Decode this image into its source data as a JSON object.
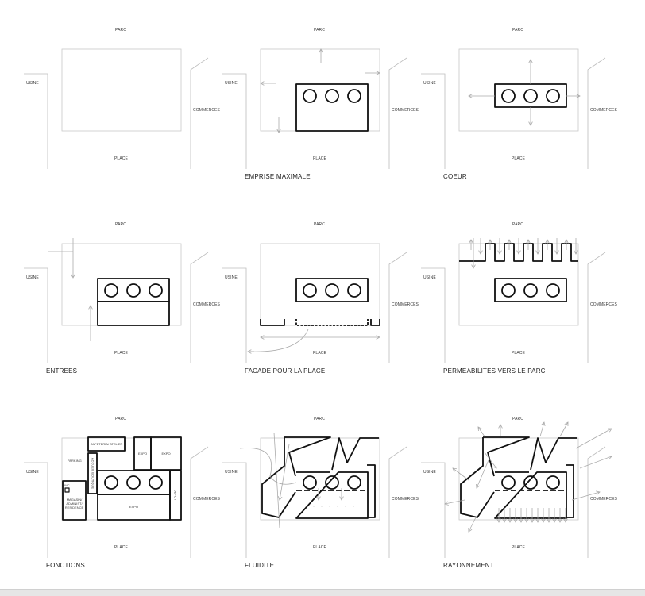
{
  "labels": {
    "parc": "PARC",
    "usine": "USINE",
    "commerces": "COMMERCES",
    "place": "PLACE"
  },
  "panels": [
    {
      "title": "",
      "kind": "vide"
    },
    {
      "title": "EMPRISE MAXIMALE",
      "kind": "emprise"
    },
    {
      "title": "COEUR",
      "kind": "coeur"
    },
    {
      "title": "ENTREES",
      "kind": "entrees"
    },
    {
      "title": "FACADE POUR LA PLACE",
      "kind": "facade"
    },
    {
      "title": "PERMEABILITES VERS LE PARC",
      "kind": "permeabilites"
    },
    {
      "title": "FONCTIONS",
      "kind": "fonctions"
    },
    {
      "title": "FLUIDITE",
      "kind": "fluidite"
    },
    {
      "title": "RAYONNEMENT",
      "kind": "rayonnement"
    }
  ],
  "fonctions": {
    "parking": "PARKING",
    "cafeteria": "CAFETERIA/ ATELIER",
    "expo_1": "EXPO",
    "expo_2": "EXPO",
    "accueil": "ACCUEIL BOUTIQUE",
    "wc": "WC",
    "magasin": "MAGASIN/ ADMINIST/ RESIDENCE",
    "expo_bas": "EXPO",
    "depot": "DEPOT"
  }
}
